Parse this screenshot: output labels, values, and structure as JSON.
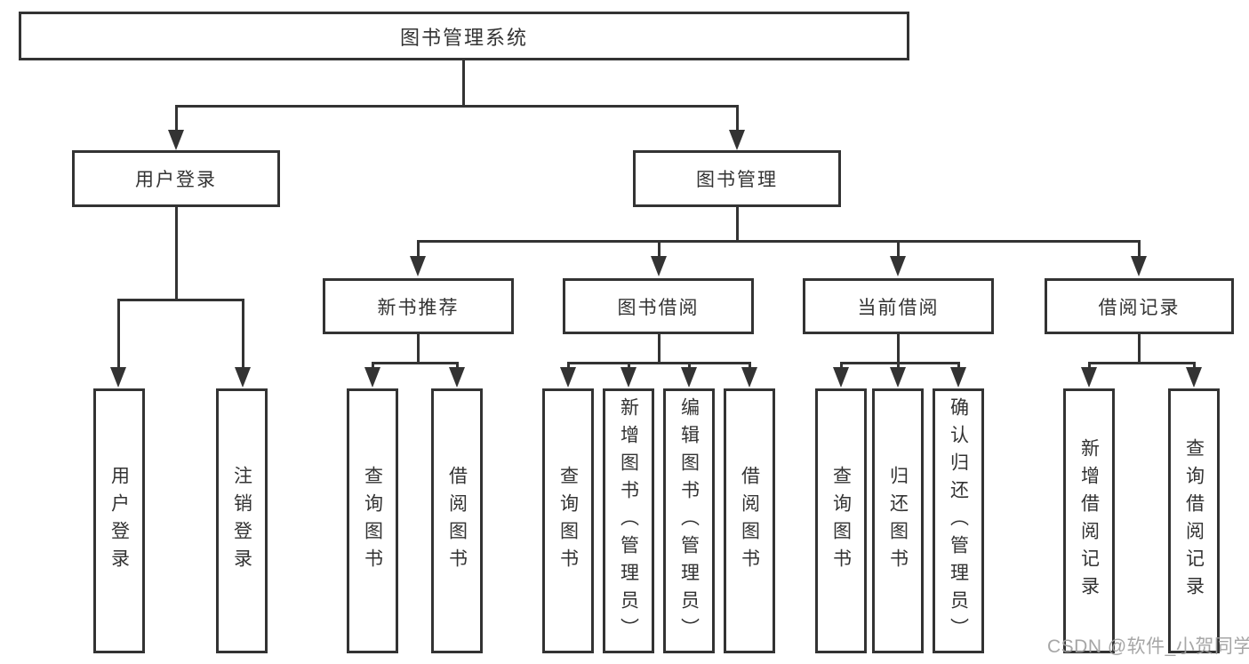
{
  "diagram": {
    "tree": {
      "root": "图书管理系统",
      "children": [
        {
          "label": "用户登录",
          "children": [
            {
              "label": "用户登录"
            },
            {
              "label": "注销登录"
            }
          ]
        },
        {
          "label": "图书管理",
          "children": [
            {
              "label": "新书推荐",
              "children": [
                {
                  "label": "查询图书"
                },
                {
                  "label": "借阅图书"
                }
              ]
            },
            {
              "label": "图书借阅",
              "children": [
                {
                  "label": "查询图书"
                },
                {
                  "label": "新增图书（管理员）"
                },
                {
                  "label": "编辑图书（管理员）"
                },
                {
                  "label": "借阅图书"
                }
              ]
            },
            {
              "label": "当前借阅",
              "children": [
                {
                  "label": "查询图书"
                },
                {
                  "label": "归还图书"
                },
                {
                  "label": "确认归还（管理员）"
                }
              ]
            },
            {
              "label": "借阅记录",
              "children": [
                {
                  "label": "新增借阅记录"
                },
                {
                  "label": "查询借阅记录"
                }
              ]
            }
          ]
        }
      ]
    },
    "watermark": "CSDN @软件_小贺同学",
    "colors": {
      "line": "#333333",
      "box_background": "#ffffff",
      "watermark": "#9e9e9e"
    }
  }
}
